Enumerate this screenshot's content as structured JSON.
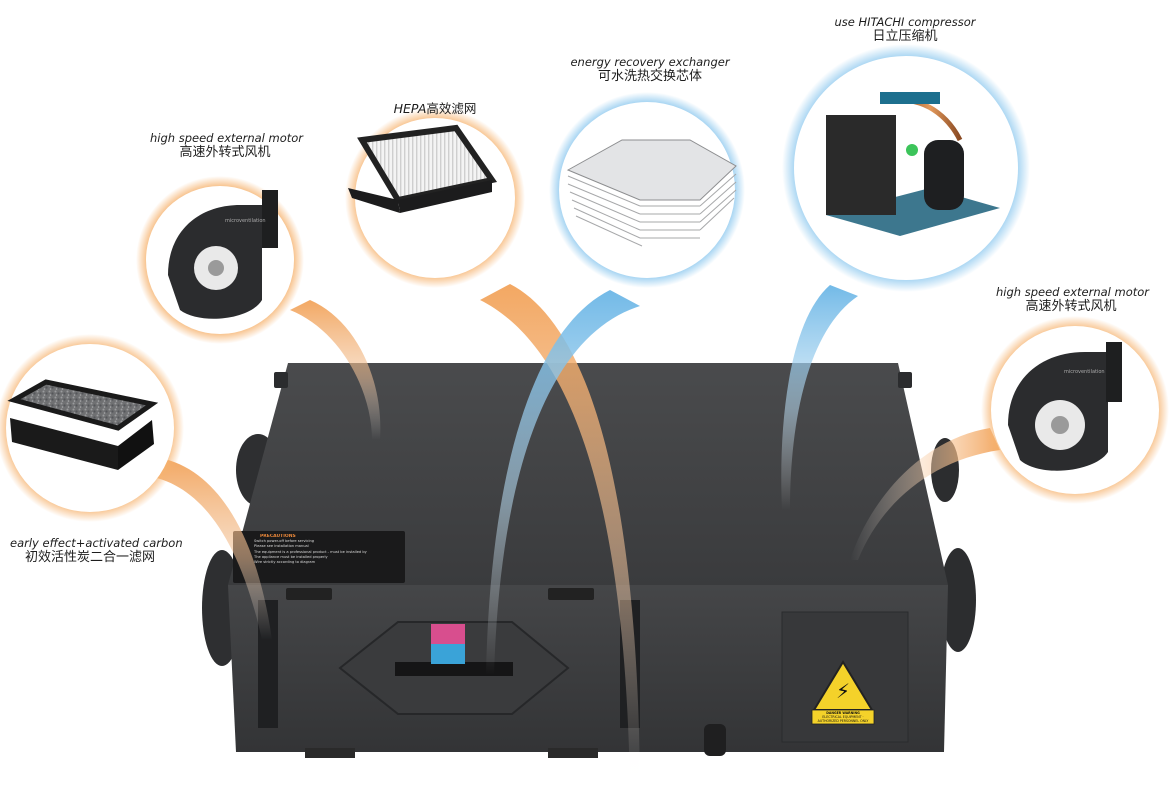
{
  "callouts": [
    {
      "id": "motor_left",
      "en": "high speed external motor",
      "zh": "高速外转式风机"
    },
    {
      "id": "hepa",
      "en": "HEPA",
      "zh": "高效滤网"
    },
    {
      "id": "exchanger",
      "en": "energy recovery exchanger",
      "zh": "可水洗热交换芯体"
    },
    {
      "id": "compressor",
      "en": "use HITACHI compressor",
      "zh": "日立压缩机"
    },
    {
      "id": "motor_right",
      "en": "high speed external motor",
      "zh": "高速外转式风机"
    },
    {
      "id": "carbon",
      "en": "early effect+activated carbon",
      "zh": "初效活性炭二合一滤网"
    }
  ],
  "motor_brand": "microventilation",
  "unit_label": {
    "title": "PRECAUTIONS",
    "lines": [
      "Switch power-off before servicing",
      "Please see installation manual",
      "The equipment is a professional product - must be installed by",
      "The appliance must be installed properly",
      "Wire strictly according to diagram"
    ]
  },
  "danger_label": {
    "title": "DANGER WARNING",
    "text": "ELECTRICAL EQUIPMENT · AUTHORIZED PERSONNEL ONLY"
  },
  "colors": {
    "warm_beam": "#f2a35a",
    "cool_beam": "#6bb6e6",
    "body": "#3d3e40"
  }
}
